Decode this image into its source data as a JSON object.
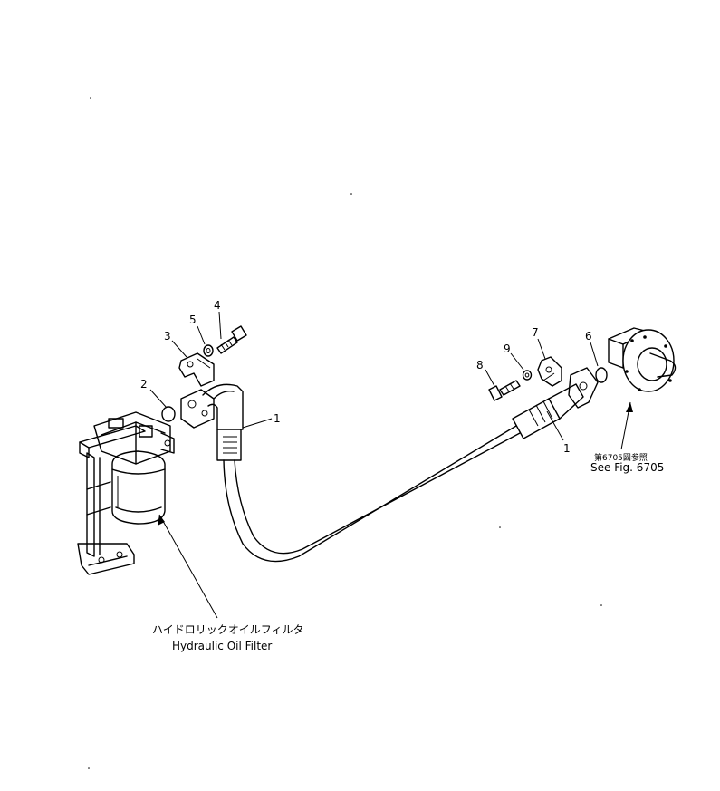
{
  "callouts": {
    "c1a": "1",
    "c1b": "1",
    "c2": "2",
    "c3": "3",
    "c4": "4",
    "c5": "5",
    "c6": "6",
    "c7": "7",
    "c8": "8",
    "c9": "9"
  },
  "filter_label": {
    "jp": "ハイドロリックオイルフィルタ",
    "en": "Hydraulic Oil Filter"
  },
  "see_fig": {
    "jp": "第6705図参照",
    "en": "See Fig. 6705"
  },
  "icons": {
    "filter": "hydraulic-oil-filter-assembly",
    "pump": "pump-flange-body",
    "hose": "hose-assembly",
    "split_flange": "split-flange-half",
    "bolt": "bolt",
    "washer": "washer",
    "o_ring": "o-ring"
  }
}
